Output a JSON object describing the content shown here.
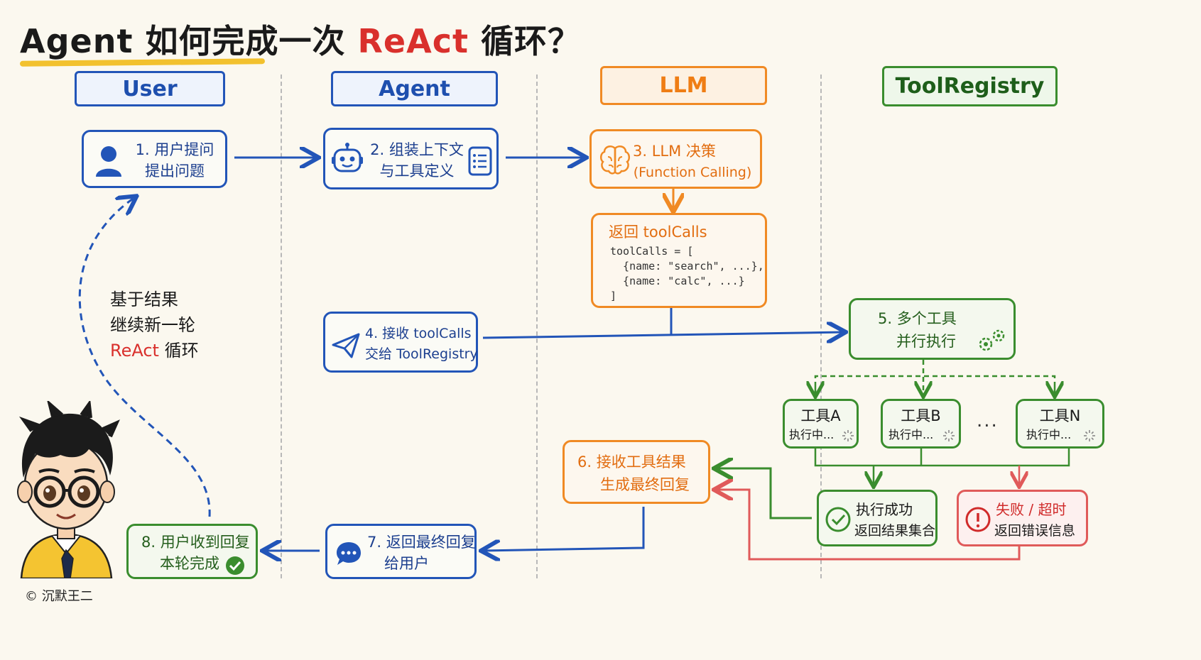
{
  "title": {
    "prefix": "Agent 如何完成一次 ",
    "highlight": "ReAct",
    "suffix": " 循环？"
  },
  "lanes": {
    "user": "User",
    "agent": "Agent",
    "llm": "LLM",
    "tools": "ToolRegistry"
  },
  "steps": {
    "s1": {
      "line1": "1. 用户提问",
      "line2": "提出问题"
    },
    "s2": {
      "line1": "2. 组装上下文",
      "line2": "与工具定义"
    },
    "s3": {
      "line1": "3. LLM 决策",
      "line2": "(Function Calling)"
    },
    "ret": {
      "title": "返回 toolCalls",
      "code": "toolCalls = [\n  {name: \"search\", ...},\n  {name: \"calc\", ...}\n]"
    },
    "s4": {
      "line1": "4. 接收 toolCalls",
      "line2": "交给 ToolRegistry"
    },
    "s5": {
      "line1": "5. 多个工具",
      "line2": "并行执行"
    },
    "tools": [
      {
        "name": "工具A",
        "status": "执行中..."
      },
      {
        "name": "工具B",
        "status": "执行中..."
      },
      {
        "name": "工具N",
        "status": "执行中..."
      }
    ],
    "ellipsis": "...",
    "success": {
      "line1": "执行成功",
      "line2": "返回结果集合"
    },
    "fail": {
      "line1": "失败 / 超时",
      "line2": "返回错误信息"
    },
    "s6": {
      "line1": "6. 接收工具结果",
      "line2": "生成最终回复"
    },
    "s7": {
      "line1": "7. 返回最终回复",
      "line2": "给用户"
    },
    "s8": {
      "line1": "8. 用户收到回复",
      "line2": "本轮完成"
    }
  },
  "loop_note": {
    "line1": "基于结果",
    "line2": "继续新一轮",
    "line3_hl": "ReAct",
    "line3_rest": " 循环"
  },
  "copyright": "© 沉默王二",
  "colors": {
    "blue": "#2255b8",
    "orange": "#f08a24",
    "green": "#3a8d2e",
    "red": "#e05a5a",
    "highlight": "#d9302c"
  },
  "icons": [
    "user-icon",
    "robot-icon",
    "document-list-icon",
    "brain-icon",
    "send-icon",
    "gears-icon",
    "spinner-icon",
    "check-circle-icon",
    "alert-circle-icon",
    "chat-bubble-icon",
    "check-badge-icon"
  ]
}
